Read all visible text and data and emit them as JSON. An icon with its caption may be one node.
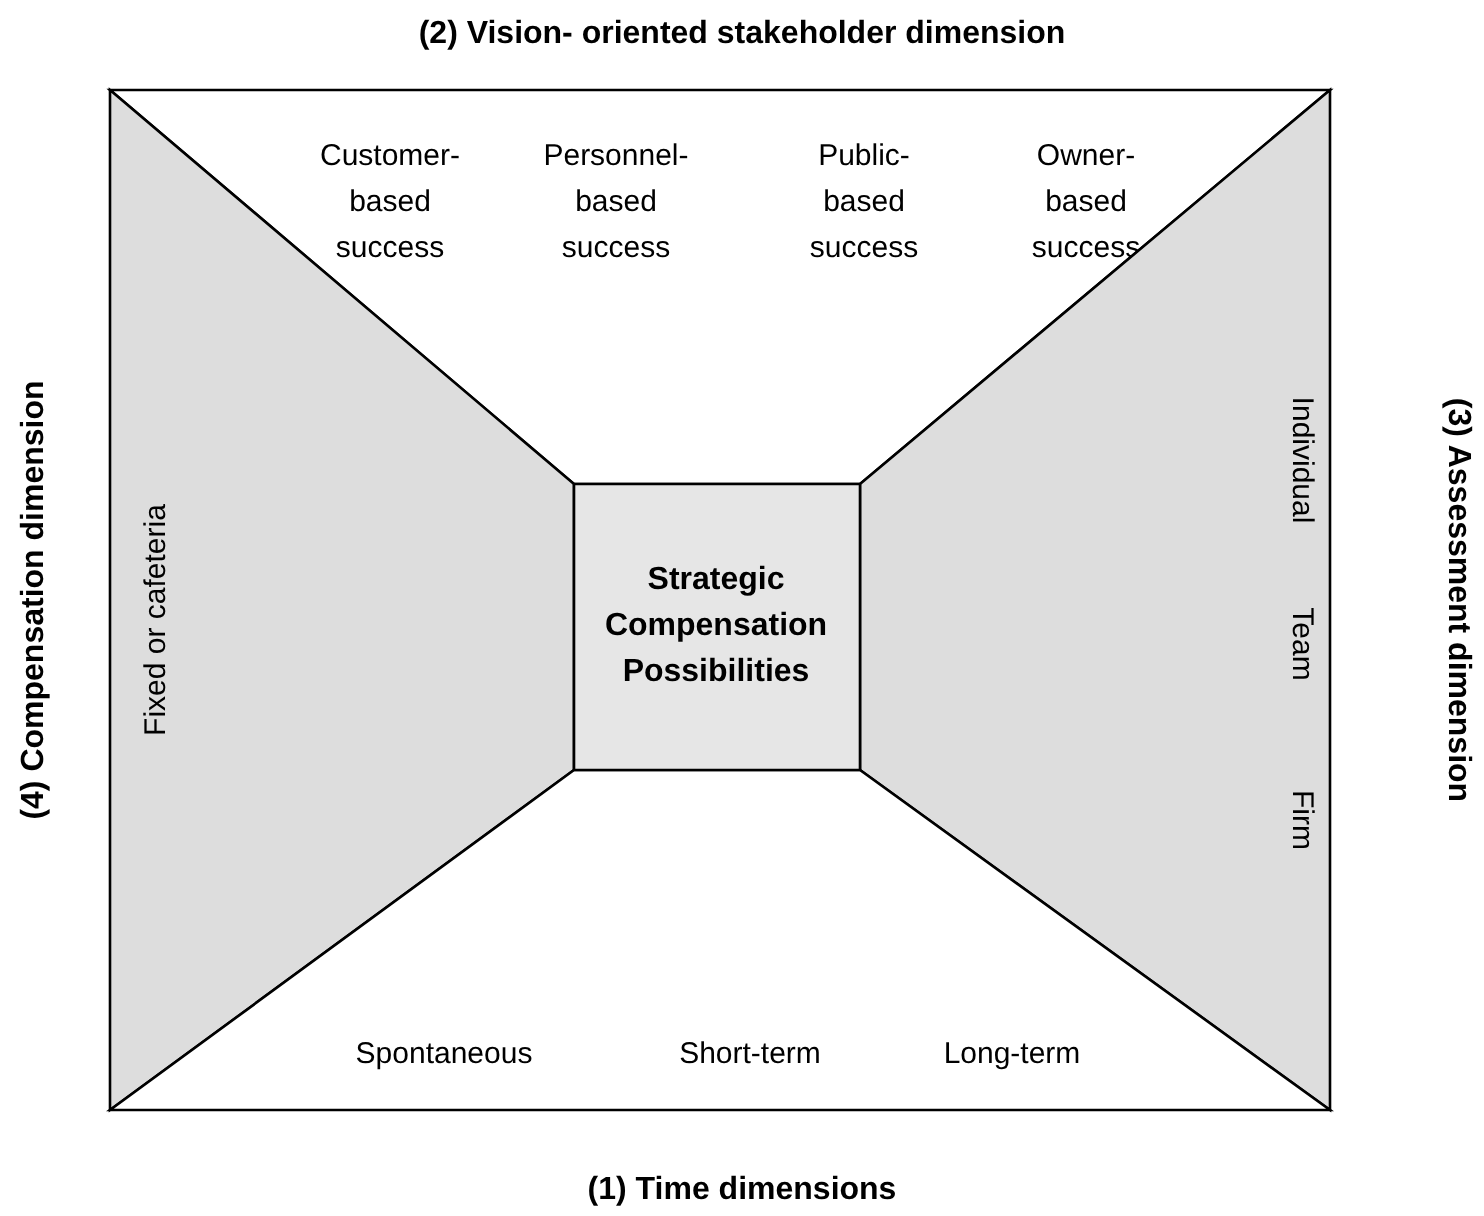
{
  "diagram": {
    "nodes": [
      {
        "text": [
          "(2) Vision- oriented stakeholder dimension",
          "Customer- based success",
          "Personnel- based success",
          "Public- based success",
          "Owner- based success"
        ]
      },
      {
        "text": [
          "(4) Compensation dimension",
          "Fixed or cafeteria"
        ]
      },
      {
        "text": [
          "Strategic Compensation Possibilities"
        ]
      },
      {
        "text": [
          "(3) Assessment dimension",
          "Individual",
          "Team",
          "Firm"
        ]
      },
      {
        "text": [
          "(1) Time dimensions",
          "Spontaneous",
          "Short-term",
          "Long-term"
        ]
      }
    ],
    "edges": []
  }
}
